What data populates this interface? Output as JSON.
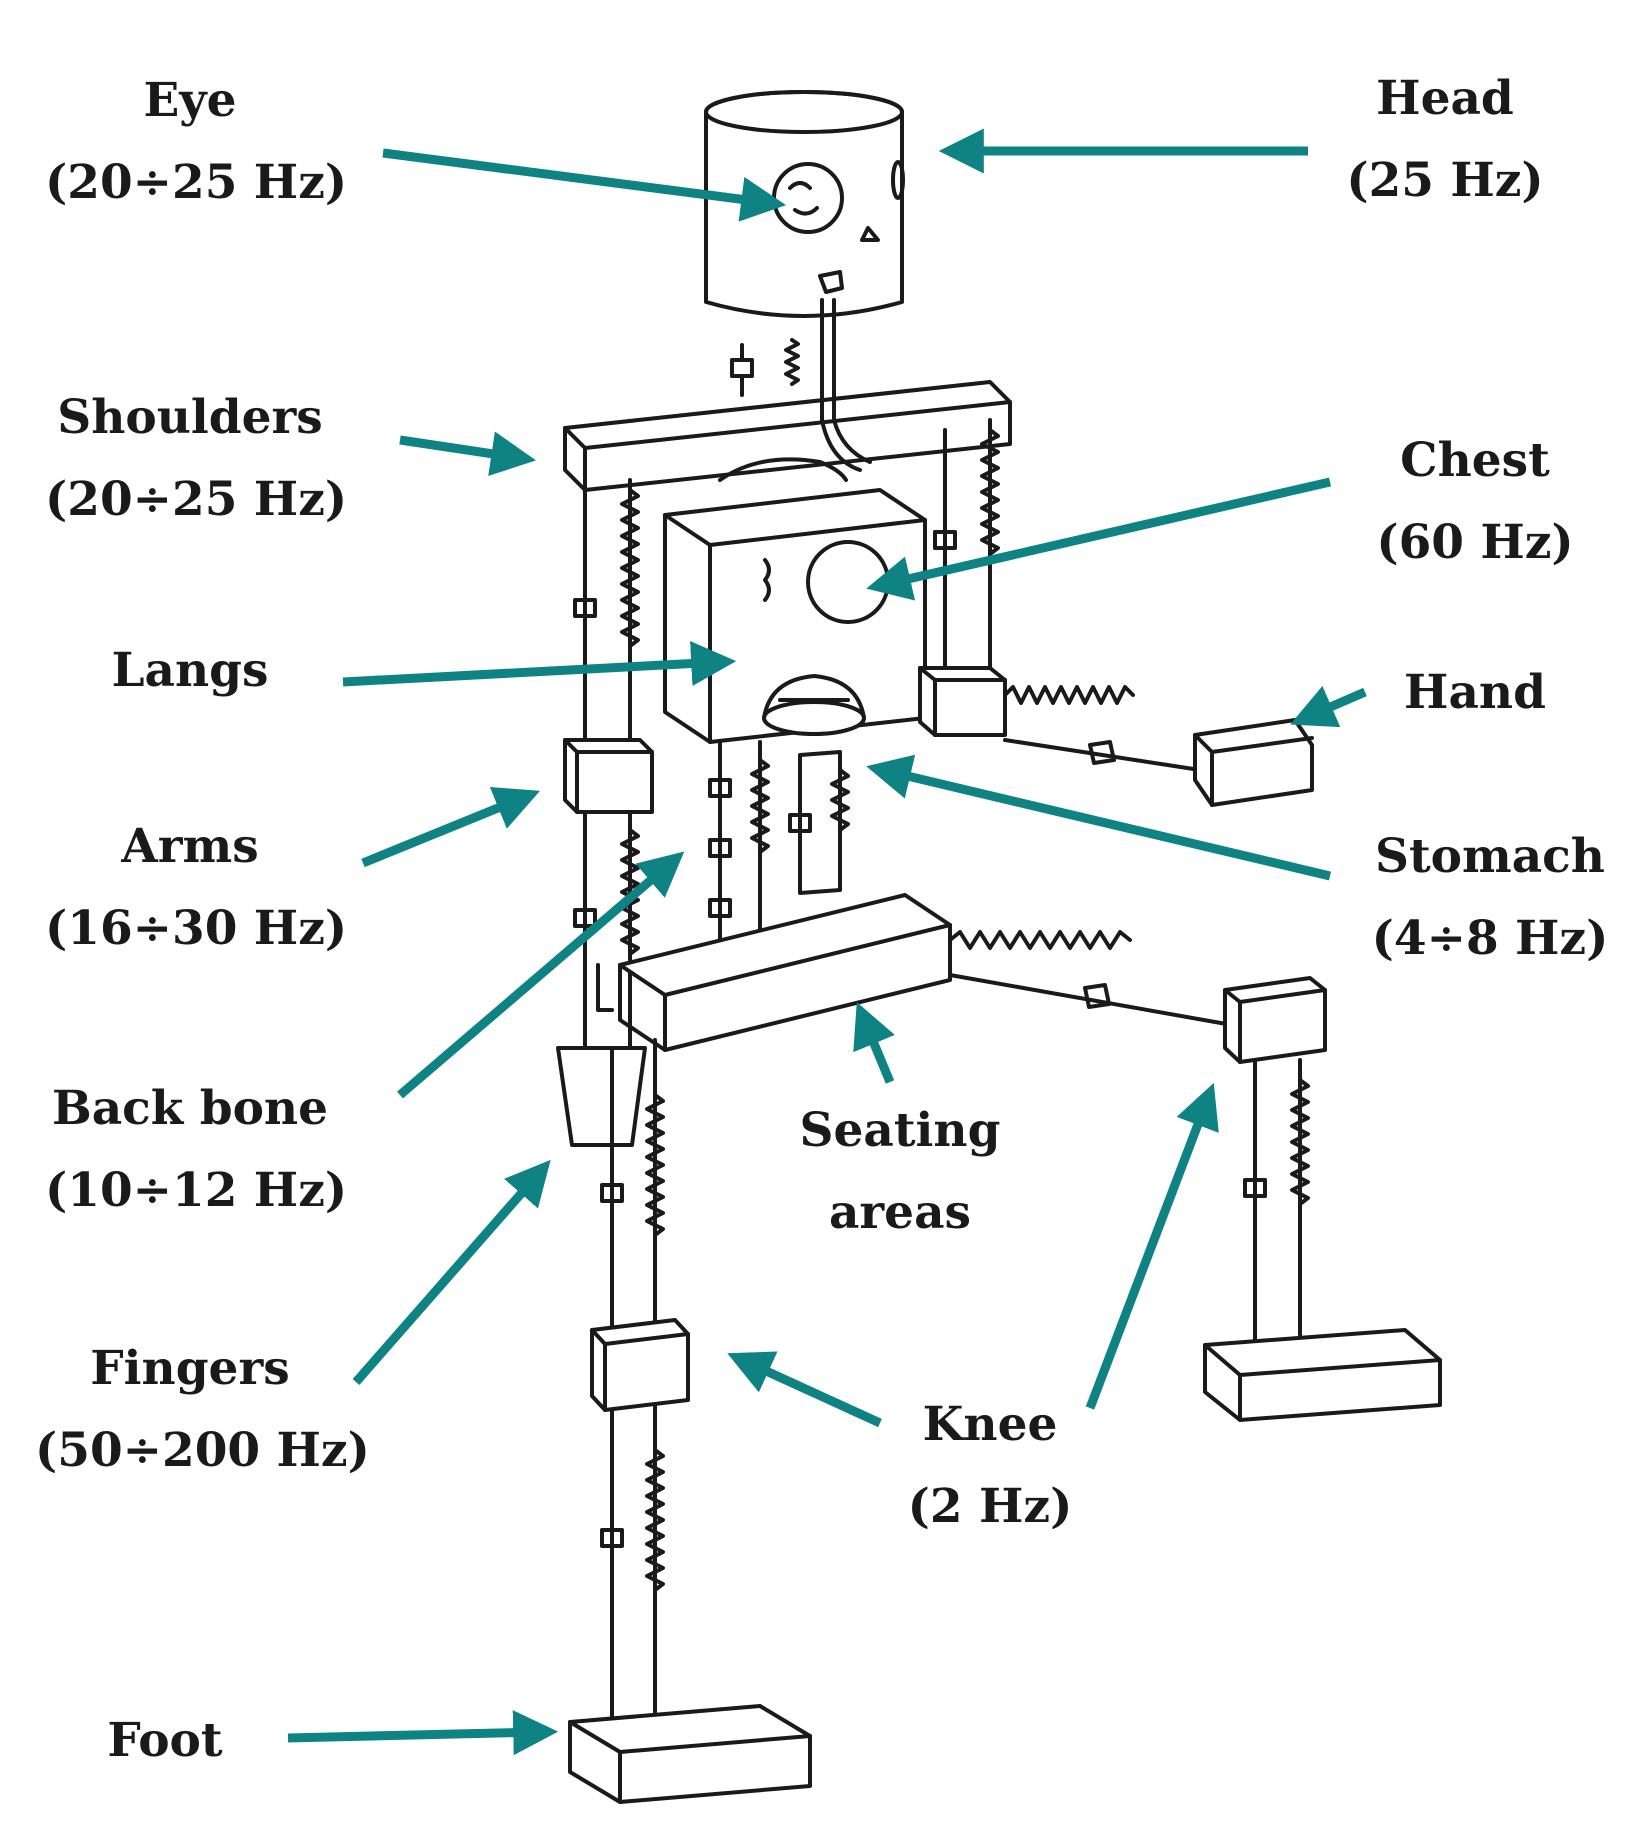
{
  "colors": {
    "arrow": "#0f8383",
    "line": "#1a1a1a",
    "background": "#ffffff"
  },
  "labels": {
    "eye": {
      "name": "Eye",
      "freq": "(20÷25 Hz)"
    },
    "head": {
      "name": "Head",
      "freq": "(25 Hz)"
    },
    "shoulders": {
      "name": "Shoulders",
      "freq": "(20÷25 Hz)"
    },
    "chest": {
      "name": "Chest",
      "freq": "(60 Hz)"
    },
    "langs": {
      "name": "Langs"
    },
    "hand": {
      "name": "Hand"
    },
    "arms": {
      "name": "Arms",
      "freq": "(16÷30 Hz)"
    },
    "stomach": {
      "name": "Stomach",
      "freq": "(4÷8 Hz)"
    },
    "back_bone": {
      "name": "Back bone",
      "freq": "(10÷12 Hz)"
    },
    "seating_areas": {
      "line1": "Seating",
      "line2": "areas"
    },
    "fingers": {
      "name": "Fingers",
      "freq": "(50÷200 Hz)"
    },
    "knee": {
      "name": "Knee",
      "freq": "(2 Hz)"
    },
    "foot": {
      "name": "Foot"
    }
  }
}
